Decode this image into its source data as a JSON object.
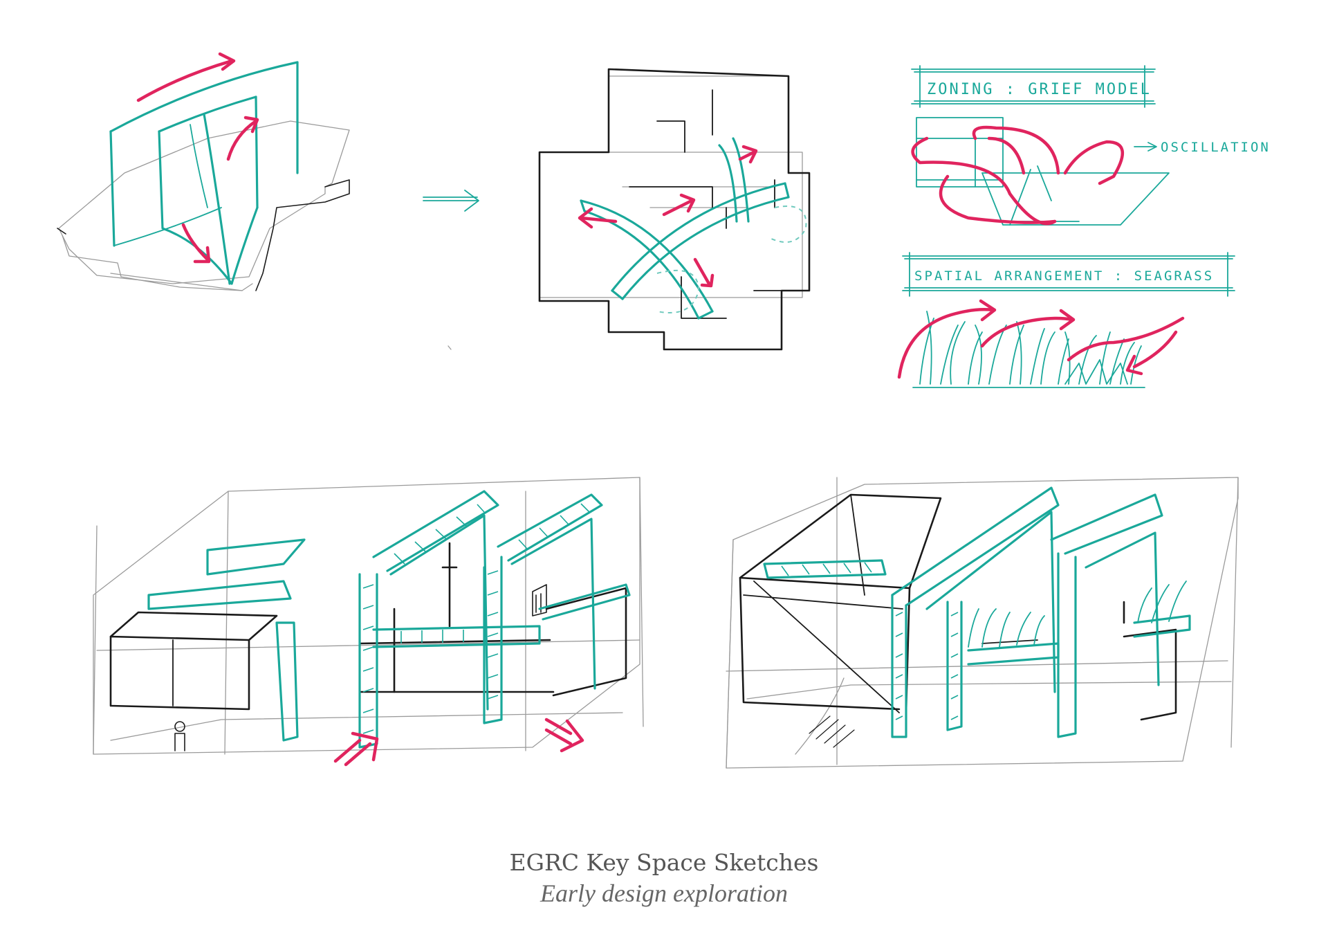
{
  "caption": {
    "title": "EGRC Key Space Sketches",
    "subtitle": "Early design exploration"
  },
  "labels": {
    "zoning": "ZONING : GRIEF MODEL",
    "oscillation": "OSCILLATION",
    "spatial": "SPATIAL ARRANGEMENT : SEAGRASS"
  },
  "colors": {
    "ink": "#1a1a1a",
    "pencil": "#9a9a9a",
    "teal_marker": "#1aa89a",
    "red_marker": "#e0245e",
    "caption_text": "#555555"
  }
}
